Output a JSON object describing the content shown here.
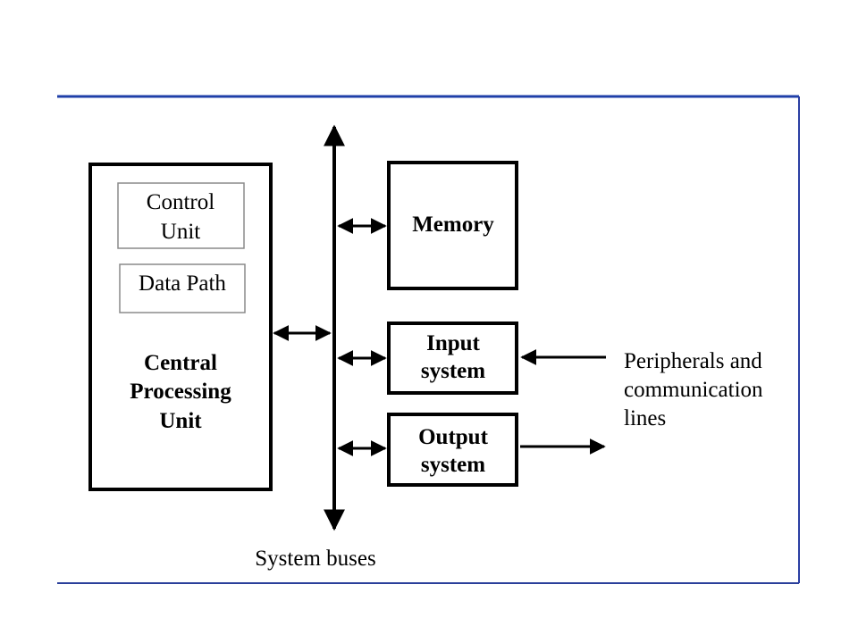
{
  "colors": {
    "frame_top": "#1f3fa8",
    "frame_bottom": "#2a3f9a",
    "frame_right": "#2b3fa3",
    "ink": "#000000",
    "inner_box_border": "#8a8a8a",
    "background": "#ffffff"
  },
  "cpu": {
    "control_unit_line1": "Control",
    "control_unit_line2": "Unit",
    "data_path": "Data Path",
    "title_line1": "Central",
    "title_line2": "Processing",
    "title_line3": "Unit"
  },
  "memory": {
    "label": "Memory"
  },
  "input": {
    "line1": "Input",
    "line2": "system"
  },
  "output": {
    "line1": "Output",
    "line2": "system"
  },
  "peripherals": {
    "line1": "Peripherals and",
    "line2": "communication",
    "line3": "lines"
  },
  "bus": {
    "label": "System buses"
  }
}
